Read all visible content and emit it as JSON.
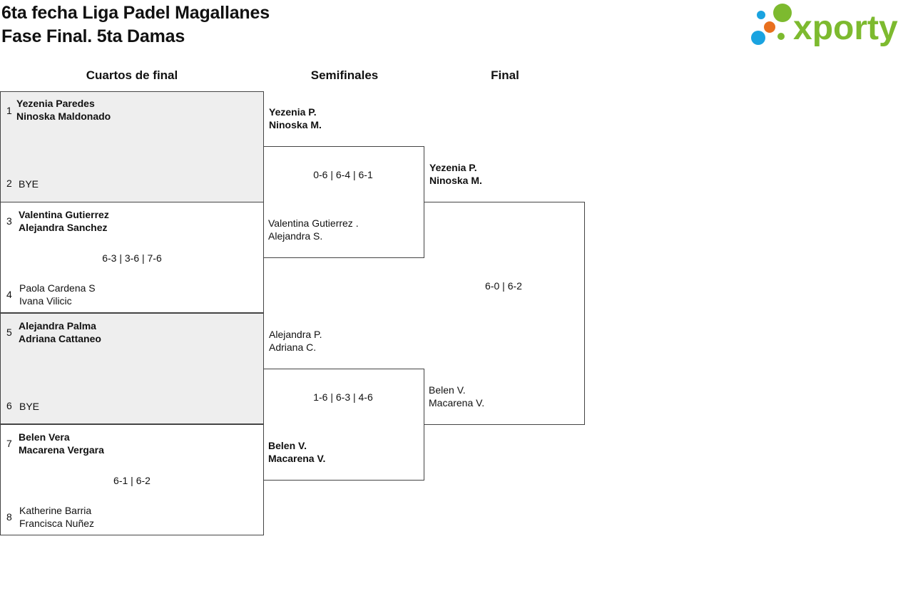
{
  "header": {
    "title_line1": "6ta fecha Liga Padel Magallanes",
    "title_line2": "Fase Final. 5ta Damas",
    "logo_text": "xporty"
  },
  "columns": {
    "quarterfinals": "Cuartos de final",
    "semifinals": "Semifinales",
    "final": "Final"
  },
  "quarterfinals": [
    {
      "top": {
        "seed": "1",
        "player1": "Yezenia Paredes",
        "player2": "Ninoska Maldonado"
      },
      "bottom": {
        "seed": "2",
        "player1": "BYE"
      },
      "score": ""
    },
    {
      "top": {
        "seed": "3",
        "player1": "Valentina Gutierrez",
        "player2": "Alejandra Sanchez"
      },
      "bottom": {
        "seed": "4",
        "player1": "Paola Cardena S",
        "player2": "Ivana Vilicic"
      },
      "score": "6-3 | 3-6 | 7-6"
    },
    {
      "top": {
        "seed": "5",
        "player1": "Alejandra Palma",
        "player2": "Adriana Cattaneo"
      },
      "bottom": {
        "seed": "6",
        "player1": "BYE"
      },
      "score": ""
    },
    {
      "top": {
        "seed": "7",
        "player1": "Belen Vera",
        "player2": "Macarena Vergara"
      },
      "bottom": {
        "seed": "8",
        "player1": "Katherine Barria",
        "player2": "Francisca Nuñez"
      },
      "score": "6-1 | 6-2"
    }
  ],
  "semifinals": [
    {
      "top": {
        "player1": "Yezenia P.",
        "player2": "Ninoska M."
      },
      "bottom": {
        "player1": "Valentina Gutierrez .",
        "player2": "Alejandra S."
      },
      "score": "0-6 | 6-4 | 6-1"
    },
    {
      "top": {
        "player1": "Alejandra P.",
        "player2": "Adriana C."
      },
      "bottom": {
        "player1": "Belen V.",
        "player2": "Macarena V."
      },
      "score": "1-6 | 6-3 | 4-6"
    }
  ],
  "final": {
    "top": {
      "player1": "Yezenia P.",
      "player2": "Ninoska M."
    },
    "bottom": {
      "player1": "Belen V.",
      "player2": "Macarena V."
    },
    "score": "6-0 | 6-2"
  },
  "colors": {
    "logo_green": "#7dba2f",
    "logo_blue": "#1aa3e0",
    "logo_orange": "#e8701e",
    "bye_background": "#eeeeee"
  }
}
